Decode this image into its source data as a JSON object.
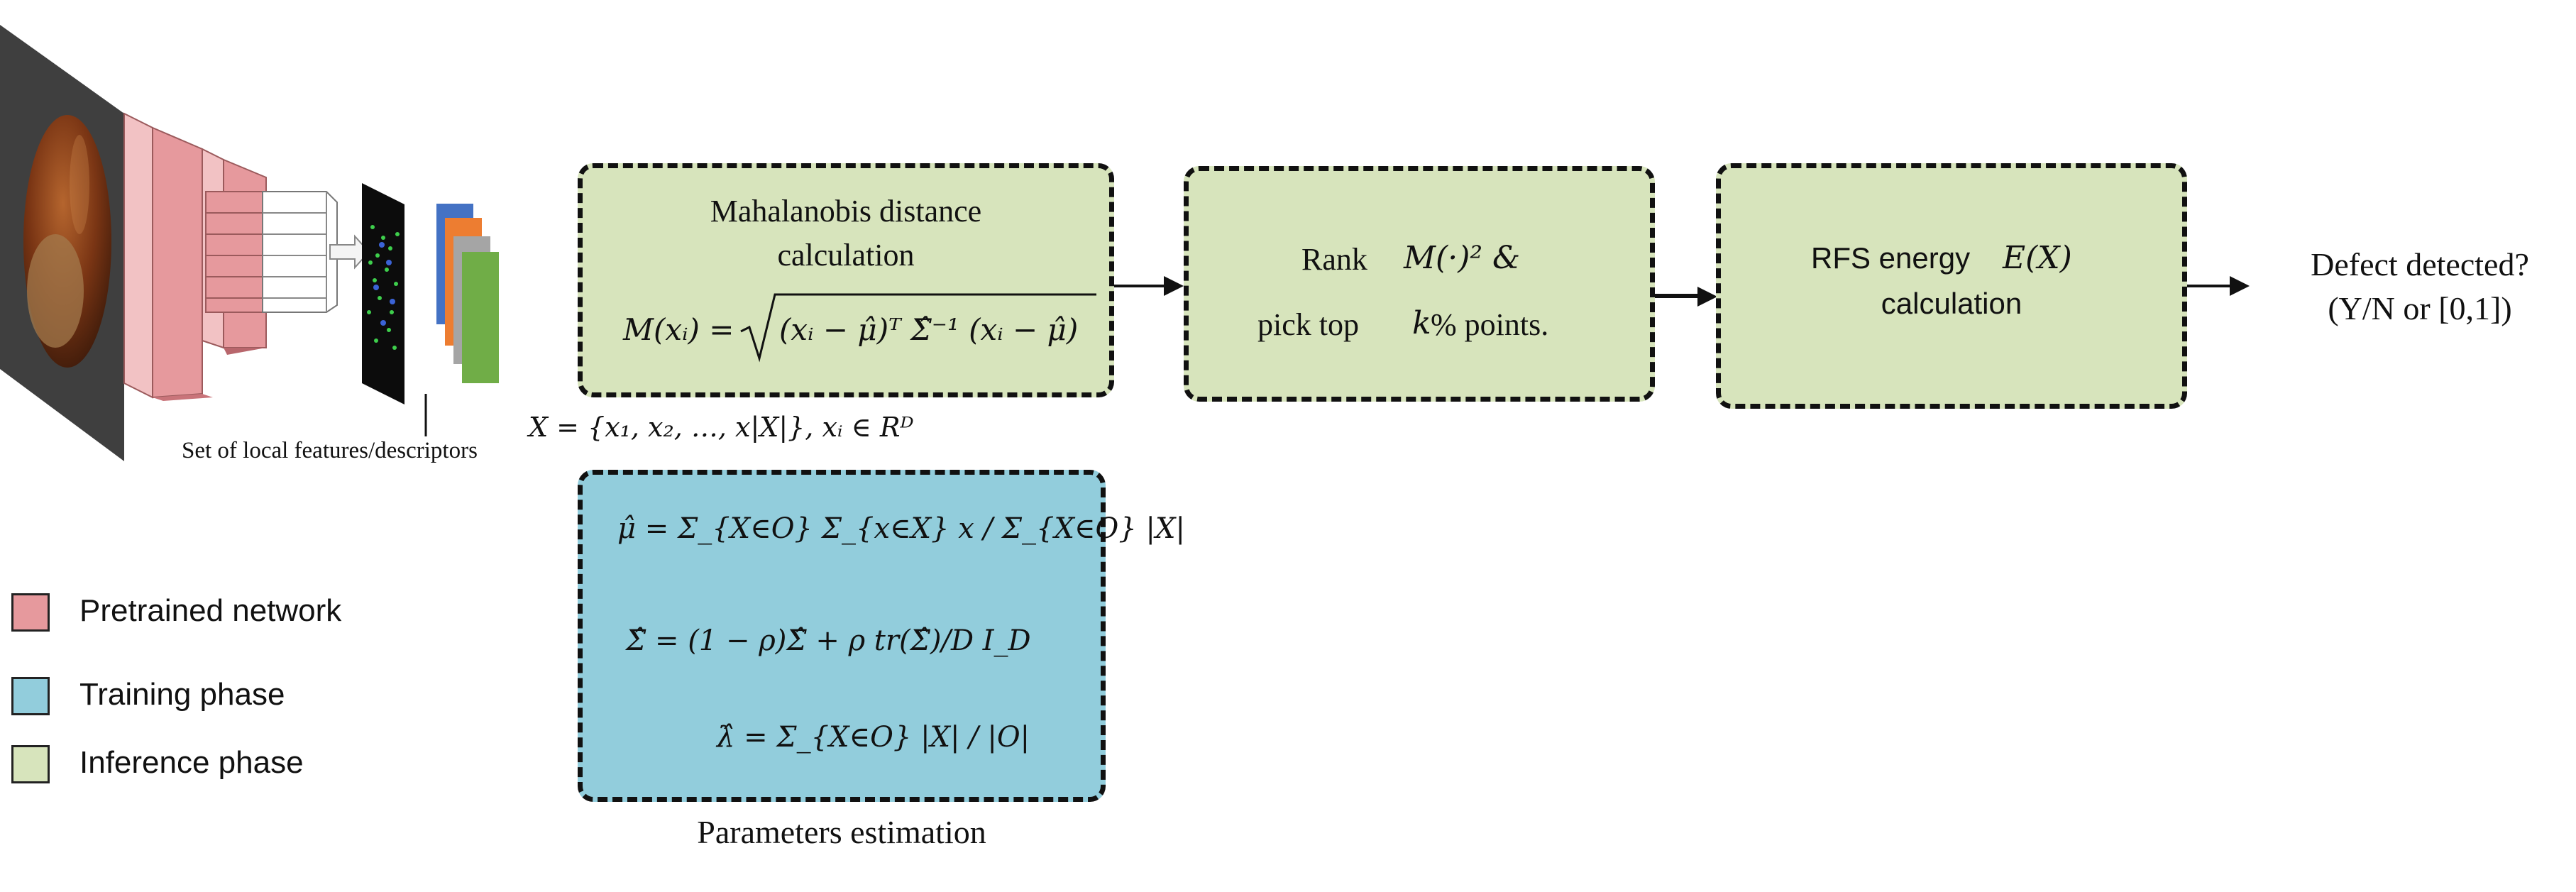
{
  "backbone": {
    "caption": "Set of local features/descriptors",
    "feature_set_formula": "X = {x₁, x₂, …, x|X|}, xᵢ ∈ Rᴰ"
  },
  "mahalanobis": {
    "title_line1": "Mahalanobis distance",
    "title_line2": "calculation",
    "formula_lhs": "M(xᵢ) =",
    "formula_radicand": "(xᵢ − μ̂)ᵀ Σ̂⁻¹ (xᵢ − μ̂)"
  },
  "rank": {
    "line1_word": "Rank",
    "line1_math": "M(·)² &",
    "line2_word": "pick top",
    "line2_math": "k",
    "line2_tail": "% points."
  },
  "rfs": {
    "line1_word": "RFS energy",
    "line1_math": "E(X)",
    "line2": "calculation"
  },
  "output": {
    "line1": "Defect detected?",
    "line2": "(Y/N or [0,1])"
  },
  "params": {
    "caption": "Parameters estimation",
    "eq1": "μ̂ = Σ_{X∈O} Σ_{x∈X} x / Σ_{X∈O} |X|",
    "eq2": "Σ̂ = (1 − ρ)Σ̂ + ρ tr(Σ̂)/D I_D",
    "eq3": "λ̂ = Σ_{X∈O} |X| / |O|"
  },
  "legend": [
    {
      "label": "Pretrained network",
      "color": "#e6999d"
    },
    {
      "label": "Training phase",
      "color": "#92cddc"
    },
    {
      "label": "Inference phase",
      "color": "#d7e4bc"
    }
  ]
}
